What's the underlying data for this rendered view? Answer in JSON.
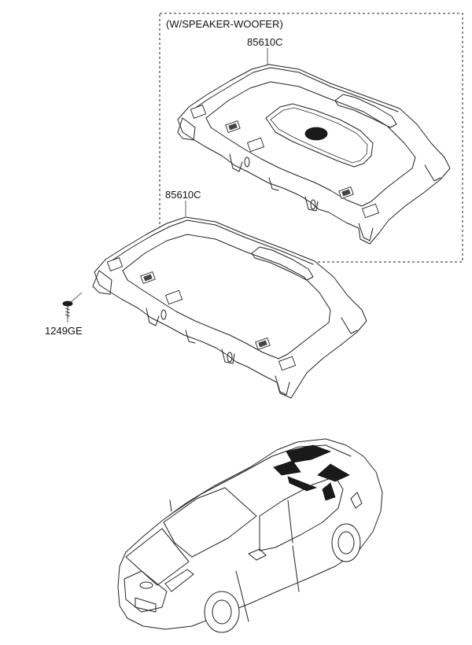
{
  "variant_box": {
    "title": "(W/SPEAKER-WOOFER)",
    "part_number": "85610C"
  },
  "main_part": {
    "part_number": "85610C"
  },
  "fastener": {
    "part_number": "1249GE"
  }
}
